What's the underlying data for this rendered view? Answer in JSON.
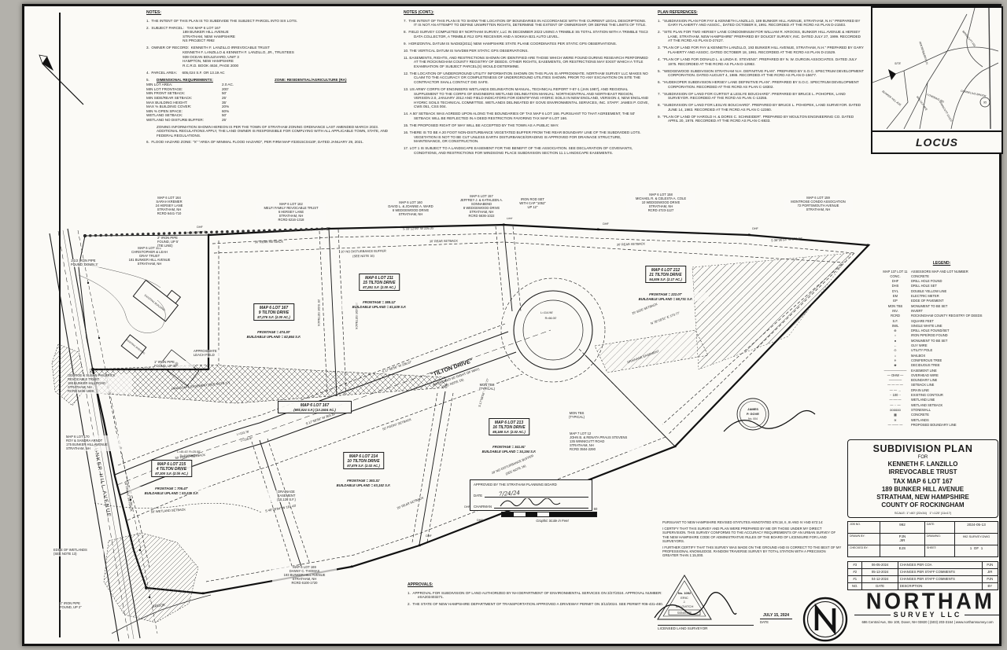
{
  "notes": {
    "title": "NOTES:",
    "items_a": [
      "1.  THE INTENT OF THIS PLAN IS TO SUBDIVIDE THE SUBJECT PARCEL INTO SIX LOTS.",
      "2.  SUBJECT PARCEL:   TAX MAP 6 LOT 167\n                          189 BUNKER HILL AVENUE\n                          STRATHAM, NEW HAMPSHIRE\n                          NS PROJECT #992",
      "3.  OWNER OF RECORD:  KENNETH F. LANZILLO IRREVOCABLE TRUST\n                          KENNETH F. LANZILLO & KENNETH F. LANZILLO, JR., TRUSTEES\n                          939 OCEAN BOULEVARD, UNIT 3\n                          HAMPTON, NEW HAMPSHIRE\n                          R.C.R.D. BOOK 4634, PAGE 2000",
      "4.  PARCEL AREA:     605,024 S.F. OR 13.19 AC"
    ],
    "item5_no": "5.",
    "item5_head": "DIMENSIONAL REQUIREMENTS:",
    "zone": "ZONE: RESIDENTIAL/AGRICULTURE (RA)",
    "dims": [
      [
        "MIN LOT AREA:",
        "2.0 AC."
      ],
      [
        "MIN LOT FRONTAGE:",
        "200'"
      ],
      [
        "MIN FRONT SETBACK:",
        "50'"
      ],
      [
        "MIN SIDE/REAR SETBACK:",
        "25'"
      ],
      [
        "MAX BUILDING HEIGHT:",
        "35'"
      ],
      [
        "MAX % BUILDING COVER:",
        "20%"
      ],
      [
        "MIN % OPEN SPACE:",
        "60%"
      ],
      [
        "WETLAND SETBACK:",
        "50'"
      ],
      [
        "WETLAND NO DISTURB BUFFER:",
        "25'"
      ]
    ],
    "zoning_para": "ZONING INFORMATION SHOWN HEREON IS PER THE TOWN OF STRATHAM ZONING ORDINANCE LAST AMENDED MARCH 2023. ADDITIONAL REGULATIONS APPLY, THE LAND OWNER IS RESPONSIBLE FOR COMPLYING WITH ALL APPLICABLE TOWN, STATE, AND FEDERAL REGULATIONS.",
    "items_b": [
      "6.  FLOOD HAZARD ZONE: \"X\" \"AREA OF MINIMAL FLOOD HAZARD\", PER FIRM MAP #33015C0410F, DATED JANUARY 29, 2021."
    ]
  },
  "notes_cont": {
    "title": "NOTES (CONT.):",
    "items": [
      "7.  THE INTENT OF THIS PLAN IS TO SHOW THE LOCATION OF BOUNDARIES IN ACCORDANCE WITH THE CURRENT LEGAL DESCRIPTIONS. IT IS NOT AN ATTEMPT TO DEFINE UNWRITTEN RIGHTS, DETERMINE THE EXTENT OF OWNERSHIP, OR DEFINE THE LIMITS OF TITLE.",
      "8.  FIELD SURVEY COMPLETED BY NORTHAM SURVEY, LLC IN DECEMBER 2023 USING A TRIMBLE S5 TOTAL STATION WITH A TRIMBLE TSC3 DATA COLLECTOR, A TRIMBLE R12 GPS RECEIVER AND A SOKKIA B31 AUTO LEVEL.",
      "9.  HORIZONTAL DATUM IS NAD83(2011) NEW HAMPSHIRE STATE PLANE COORDINATES PER STATIC GPS OBSERVATIONS.",
      "10. THE VERTICAL DATUM IS NAVD88 PER STATIC GPS OBSERVATIONS.",
      "11. EASEMENTS, RIGHTS, AND RESTRICTIONS SHOWN OR IDENTIFIED ARE THOSE WHICH WERE FOUND DURING RESEARCH PERFORMED AT THE ROCKINGHAM COUNTY REGISTRY OF DEEDS.  OTHER RIGHTS, EASEMENTS, OR RESTRICTIONS MAY EXIST WHICH A TITLE EXAMINATION OF SUBJECT PARCEL(S) WOULD DETERMINE.",
      "12. THE LOCATION OF UNDERGROUND UTILITY INFORMATION SHOWN ON THIS PLAN IS APPROXIMATE. NORTHAM SURVEY LLC MAKES NO CLAIM TO THE ACCURACY OR COMPLETENESS OF UNDERGROUND UTILITIES SHOWN. PRIOR TO ANY EXCAVAT­ION ON SITE THE CONTRACTOR SHALL CONTACT DIG SAFE.",
      "13. US ARMY CORPS OF ENGINEERS WETLANDS DELINEATION MANUAL, TECHNICAL REPORT Y-87-1 (JAN 1987), AND REGIONAL SUPPLEMENT TO THE CORPS OF ENGINEERS WETLAND DELINEATION MANUAL: NORTHCENTRAL AND NORTHEAST REGION, VERSION 2.0, JANUARY 2012 AND FIELD INDICATORS FOR IDENTIFYING HYDRIC SOILS IN NEW ENGLAND, VERSION 4, NEW ENGLAND HYDRIC SOILS TECHNICAL COMMITTEE. WETLANDS DELINEATED BY GOVE ENVIRONMENTAL SERVICES, INC. STAFF: JAMES P. GOVE, CWS 051, CSS 004.",
      "14. A 50' SETBACK WAS AGREED UPON ALONG THE BOUNDARIES OF TAX MAP 6 LOT 166. PURSUANT TO THAT AGREEMENT, THE 50' SETBACK WILL BE REFLECTED IN A DEED RESTRICTION FAVORING TAX MAP 6 LOT 166.",
      "15. THE PROPOSED RIGHT OF WAY WILL BE ACCEPTED BY THE TOWN AS A PUBLIC WAY.",
      "16. THERE IS TO BE A 20 FOOT NON-DISTURBANCE VEGETATED BUFFER FROM THE REAR BOUNDARY LINE OF THE SUBDIVIDED LOTS. VEGETATION IS NOT TO BE CUT UNLESS EARTH DISTURBANCE/GRADING IS APPROVED FOR DRAINAGE STRUCTURE, MAINTENANCE, OR CONSTRUCTION.",
      "17. LOT 1 IS SUBJECT TO A LANDSCAPE EASEMENT FOR THE BENEFIT OF THE ASSOCIATION. SEE DECLARATION OF COVENANTS, CONDITIONS, AND RESTRICTIONS FOR WINDSONG PLACE SUBDIVISION SECTION 11.1 LANDSCAPE EASEMENTS."
    ]
  },
  "plan_references": {
    "title": "PLAN REFERENCES:",
    "items": [
      "1.  \"SUBDIVISION PLAN FOR FAY & KENNETH LANZILLO, 189 BUNKER HILL AVENUE, STRATHAM, N.H.\" PREPARED BY GARY FLAHERTY AND ASSOC., DATED OCTOBER 8, 1991. RECORDED AT THE RCRD AS PLAN D-21503.",
      "2.  \"SITE PLAN FOR TWO HERSEY LANE CONDOMINIUM FOR WILLIAM R. KROOSS, BUNKER HILL AVENUE & HERSEY LANE, STRATHAM, NEW HAMPSHIRE\" PREPARED BY DOUCET SURVEY, INC. DATED JULY 27, 1999. RECORDED AT THE RCRD AS PLAN D-27427.",
      "3.  \"PLAN OF LAND FOR FAY & KENNETH LANZILLO, 193 BUNKER HILL AVENUE, STRATHAM, N.H.\" PREPARED BY GARY FLAHERTY AND ASSOC. DATED OCTOBER 18, 1991. RECORDED AT THE RCRD AS PLAN D-21529.",
      "4.  \"PLAN OF LAND FOR DONALD L. & LINDA E. STEVENS\". PREPARED BY N. W. DURGIN ASSOCIATES. DATED JULY 1975. RECORDED AT THE RCRD AS PLAN D-12982.",
      "5.  \"WEDGEWOOD SUBDIVISION STRATHAM N.H. DEFINITIVE PLAN\". PREPARED BY S.O.C. SPECTRUM DEVELOPMENT CORPORATION. DATED AUGUST 4, 1986. RECORDED AT THE RCRD AS PLAN D-15677.",
      "6.  \"HUDEKOPER SUBDIVISION HERSEY LANE DEFINITIVE PLAN\". PREPARED BY S.O.C. SPECTRUM DEVELOPMENT CORPORATION. RECORDED AT THE RCRD AS PLAN C-18302.",
      "7.  \"SUBDIVISION OF LAND FOR CURTIST & LESLYE BOUCHARD\". PREPARED BY BRUCE L. POHOPEK, LAND SURVEYOR. RECORDED AT THE RCRD AS PLAN C-13255.",
      "8.  \"SUBDIVISION OF LAND FOR LESLYE BOUCHARD\". PREPARED BY BRUCE L. POHOPEK, LAND SURVEYOR. DATED JUNE 14, 1983. RECORDED AT THE RCRD AS PLAN C-12360.",
      "9.  \"PLAN OF LAND OF HAROLD H. & DORIS C. SCHNEIDER\". PREPARED BY MOULTON ENGINEERING CO. DATED APRIL 20, 1976. RECORDED AT THE RCRD AS PLAN C-8833."
    ]
  },
  "locus": {
    "title": "LOCUS",
    "labels": [
      "WINNICUTT RD.",
      "WINTERBERRY LN.",
      "LOVERING RD.",
      "CORNELIUS BROOK",
      "BUNKER HILL AVE.",
      "WALNUT AVE",
      "WINNICUTT RIVER",
      "SITE",
      "95"
    ]
  },
  "legend": {
    "title": "LEGEND:",
    "rows": [
      [
        "MAP 137 LOT 11",
        "ASSESSORS MAP AND LOT NUMBER"
      ],
      [
        "CONC.",
        "CONCRETE"
      ],
      [
        "DHF",
        "DRILL HOLE FOUND"
      ],
      [
        "DHS",
        "DRILL HOLE SET"
      ],
      [
        "DYL",
        "DOUBLE YELLOW LINE"
      ],
      [
        "EM",
        "ELECTRIC METER"
      ],
      [
        "EP",
        "EDGE OF PAVEMENT"
      ],
      [
        "MON TBS",
        "MONUMENT TO BE SET"
      ],
      [
        "INV.",
        "INVERT"
      ],
      [
        "RCRD",
        "ROCKINGHAM COUNTY REGISTRY OF DEEDS"
      ],
      [
        "S.F.",
        "SQUARE FEET"
      ],
      [
        "SWL",
        "SINGLE WHITE LINE"
      ],
      [
        "⊕",
        "DRILL HOLE FOUND/SET"
      ],
      [
        "○",
        "IRON PIPE/ROD FOUND"
      ],
      [
        "●",
        "MONUMENT TO BE SET"
      ],
      [
        "←",
        "GUY WIRE"
      ],
      [
        "⊙",
        "UTILITY POLE"
      ],
      [
        "⌂",
        "MAILBOX"
      ],
      [
        "✳",
        "CONIFEROUS TREE"
      ],
      [
        "❀",
        "DECIDUOUS TREE"
      ],
      [
        "———————",
        "EASEMENT LINE"
      ],
      [
        "— OHW —",
        "OVERHEAD WIRE"
      ],
      [
        "————",
        "BOUNDARY LINE"
      ],
      [
        "— — — —",
        "SETBACK LINE"
      ],
      [
        "— — →",
        "DRAIN LINE"
      ],
      [
        "·· 100 ··",
        "EXISTING CONTOUR"
      ],
      [
        "—·—·—",
        "WETLAND LINE"
      ],
      [
        "— ·· —",
        "WETLAND SETBACK"
      ],
      [
        "oooooo",
        "STONEWALL"
      ],
      [
        "▦",
        "CONCRETE"
      ],
      [
        "≋",
        "WETLANDS"
      ],
      [
        "— —— —",
        "PROPOSED BOUNDARY LINE"
      ]
    ]
  },
  "lots": [
    {
      "name": "MAP 6 LOT 167",
      "area": "(605,024 S.F.) (13.1924 AC.)"
    },
    {
      "name": "MAP 6 LOT 167",
      "addr": "9 TILTON DRIVE",
      "area": "87,276 S.F. (2.00 AC.)",
      "notes": "FRONTAGE = 474.30'\nBUILDABLE UPLAND = 82,864 S.F."
    },
    {
      "name": "MAP 6 LOT 211",
      "addr": "15 TILTON DRIVE",
      "area": "87,251 S.F. (2.00 AC.)",
      "notes": "FRONTAGE = 388.12'\nBUILDABLE UPLAND = 81,539 S.F."
    },
    {
      "name": "MAP 6 LOT 212",
      "addr": "21 TILTON DRIVE",
      "area": "94,936 S.F. (2.17 AC.)",
      "notes": "FRONTAGE = 222.07'\nBUILDABLE UPLAND = 58,731 S.F."
    },
    {
      "name": "MAP 6 LOT 213",
      "addr": "16 TILTON DRIVE",
      "area": "88,188 S.F. (2.02 AC.)",
      "notes": "FRONTAGE = 341.91'\nBUILDABLE UPLAND = 34,194 S.F."
    },
    {
      "name": "MAP 6 LOT 214",
      "addr": "10 TILTON DRIVE",
      "area": "87,879 S.F. (2.02 AC.)",
      "notes": "FRONTAGE = 363.31'\nBUILDABLE UPLAND = 63,152 S.F."
    },
    {
      "name": "MAP 6 LOT 215",
      "addr": "4 TILTON DRIVE",
      "area": "87,300 S.F. (2.00 AC.)",
      "notes": "FRONTAGE = 705.47'\nBUILDABLE UPLAND = 53,225 S.F."
    }
  ],
  "abutters": [
    "1-1/2 IRON PIPE\nFOUND, DOWN 3'",
    "MAP 6 LOT 164\nSARAH KREMER\n24 HERSEY LANE\nSTRATHAM, NH\nRCRD 6441-710",
    "MAP 6 LOT 166\nCHRISTOPHER & LEAH\nGRAY TRUST\n181 BUNKER HILL AVENUE\nSTRATHAM, NH",
    "MAP 6 LOT 162\nMELFI FAMILY REVOCABLE TRUST\n6 HERSEY LANE\nSTRATHAM, NH\nRCRD 6216-1318",
    "MAP 6 LOT 160\nDAVID L. & JOANNE A. WARD\n6 WEDGEWOOD DRIVE\nSTRATHAM, NH",
    "MAP 6 LOT 157\nJEFFREY J. & KATHLEEN A.\nSONNABEND\n8 WEDGEWOOD DRIVE\nSTRATHAM, NH\nRCRD 5636-1022",
    "IRON ROD SET\nWITH CAP \"1052\"\nUP 12\"",
    "MAP 6 LOT 158\nMICHAEL R. & CELESTA A. COLE\n10 WEDGEWOOD DRIVE\nSTRATHAM, NH\nRCRD 4723-1127",
    "MAP 6 LOT 159\nMONTROSE CONDO ASSOCIATION\n72 PORTSMOUTH AVENUE\nSTRATHAM, NH",
    "GEORGE & SUSAN PHILBRICK\nREVOCABLE TRUST\n188 BUNKER HILL ROAD\nSTRATHAM, NH\nRCRD 5436-1889",
    "MAP 6 LOT 170\nROY & SANDRA ARNDT\n175 BUNKER HILL AVENUE\nSTRATHAM, NH",
    "MAP 7 LOT 12\nJOHN B. & RENATA PRAUS STEVENS\n135 WINNICUTT ROAD\nSTRATHAM, NH\nRCRD 3504-2290",
    "MAP 6 LOT 169\nDANNY C. THOMAS\n193 BUNKER HILL AVENUE\nSTRATHAM, NH\nRCRD 6100-1720",
    "EDGE OF WETLANDS\n(SEE NOTE 13)",
    "1\" IRON PIPE\nFOUND, UP 36\"",
    "2\" IRON PIPE\nFOUND, UP 5'\n(TIE LINE)",
    "1\" IRON PIPE\nFOUND, UP 2\"",
    "APPROXIMATE\nLEACH FIELD",
    "DRAINAGE\nEASEMENT\n(10,126 S.F.)",
    "MON TBS\n(TYPICAL)",
    "MON TBS\n(TYPICAL)"
  ],
  "plan_labels": {
    "road_name": "\"TILTON DRIVE\"",
    "road_sub1": "(PROPOSED 60' RIGHT OF WAY)",
    "road_sub2": "(SEE NOTE 15)",
    "bunker": "BUNKER HILL AVENUE",
    "brook": "BROOK",
    "b_236": "S 17°58'56\" W   236.07'",
    "b_363": "S 17°58'56\" W   363.32'",
    "b_235": "N 81°14'39\" W   235.83'",
    "b_71": "S 86°34'09\" E  71.10'",
    "b_170": "N 78°18'31\" E  170.77'",
    "b_722": "S 17°58'56\" W  722.77'",
    "b_311": "N 31°10'50\" E",
    "b_181": "S 40°29'04\" W  181.43'",
    "b_226": "S 33°12'09\" W  226.35'",
    "b_272": "S 35°36'33\" W  272.34'",
    "l_153": "L=153.78'",
    "l_158": "L=158.87'",
    "c_45": "L=45.43'  R=25.00'",
    "c_45b": "D=104°05'29\"",
    "l_114": "L=114.96'",
    "r_66": "R=66.00'",
    "sb_rear": "30' REAR SETBACK",
    "sb_buf": "20' NO DISTURBANCE BUFFER",
    "sb_bufnote": "(SEE NOTE 16)",
    "sb_front50": "50' FRONT SETBACK",
    "sb_side25": "25' SIDE SETBACK",
    "sb_wet50": "50' WETLAND SETBACK",
    "sb_front30": "30' FRONT SETBACK",
    "sb_rear20": "20' REAR SETBACK",
    "dhf": "DHF",
    "dhs": "DHS",
    "landscape": "LANDSCAPE EASEMENT (SEE NOTE 17)",
    "drainage": "DRAINAGE EASEMENT",
    "exist_bldg": "EXISTING BUILDING"
  },
  "scale_bar": {
    "n60l": "60",
    "n30": "30",
    "n0": "0",
    "n60r": "60",
    "caption": "Graphic Scale in Feet"
  },
  "approval_box": {
    "heading": "APPROVED BY THE STRATHAM PLANNING BOARD",
    "date_label": "DATE",
    "date_value": "7/24/24",
    "chair_label": "CHAIRMAN"
  },
  "approvals": {
    "title": "APPROVALS:",
    "items": [
      "1.  APPROVAL FOR SUBDIVISION OF LAND AUTHORIZED BY NH DEPARTMENT OF ENVIRONMENTAL SERVICES ON 3/27/2024. APPROVAL NUMBER: eSA202403271.",
      "2.  THE STATE OF NEW HAMPSHIRE DEPARTMENT OF TRANSPORTATION APPROVED A DRIVEWAY PERMIT ON 3/13/2024. SEE PERMIT #06-431-480."
    ]
  },
  "certification": {
    "p1": "PURSUANT TO NEW HAMPSHIRE REVISED STATUTES ANNOTATED 676:18, II, III AND IV AND 672:14:",
    "p2": "I CERTIFY THAT THIS SURVEY AND PLAN WERE PREPARED BY ME OR THOSE UNDER MY DIRECT SUPERVISION. THIS SURVEY CONFORMS TO THE ACCURACY REQUIREMENTS OF AN URBAN SURVEY OF THE NEW HAMPSHIRE CODE OF ADMINISTRATIVE RULES OF THE BOARD OF LICENSURE FOR LAND SURVEYORS.",
    "p3": "I FURTHER CERTIFY THAT THIS SURVEY WAS MADE ON THE GROUND AND IS CORRECT TO THE BEST OF MY PROFESSIONAL KNOWLEDGE. RANDOM TRAVERSE SURVEY BY TOTAL STATION WITH A PRECISION GREATER THAN 1:15,000."
  },
  "stamps": {
    "gove_l1": "JAMES",
    "gove_l2": "P. GOVE",
    "gove_l3": "No. 004",
    "srv_no": "No. 1052",
    "srv_l1": "ERIC",
    "srv_l2": "J.",
    "srv_l3": "SALOVITCH",
    "srv_sig": "SIGNATURE",
    "licensed": "LICENSED LAND SURVEYOR",
    "date_value": "JULY 15, 2024",
    "date_label": "DATE"
  },
  "title_block": {
    "l1": "SUBDIVISION PLAN",
    "l2": "FOR",
    "l3": "KENNETH F. LANZILLO",
    "l4": "IRREVOCABLE TRUST",
    "l5": "TAX MAP 6 LOT 167",
    "l6": "189 BUNKER HILL AVENUE",
    "l7": "STRATHAM, NEW HAMPSHIRE",
    "l8": "COUNTY OF ROCKINGHAM",
    "scale": "SCALE: 1\"=60' (22x34)   1\"=120' (11x17)"
  },
  "job": {
    "job_label": "JOB NO.",
    "job": "992",
    "date_label": "DATE:",
    "date": "2024-05-13",
    "drawn_label": "DRAWN BY:",
    "drawn": "PJN\nJIR",
    "drawing_label": "DRAWING:",
    "drawing": "992 SURVEY.DWG",
    "checked_label": "CHECKED BY:",
    "checked": "EJS",
    "sheet_label": "SHEET:",
    "sheet": "1  OF  1"
  },
  "revisions": {
    "rows": [
      [
        "#3",
        "06-05-2024",
        "CHANGES PER COA",
        "PJN"
      ],
      [
        "#2",
        "05-13-2024",
        "CHANGES PER STAFF COMMENTS",
        "JIR"
      ],
      [
        "#1",
        "04-12-2024",
        "CHANGES PER STAFF COMMENTS",
        "PJN"
      ],
      [
        "NO.",
        "DATE",
        "DESCRIPTION",
        "BY"
      ]
    ]
  },
  "firm": {
    "name": "NORTHAM",
    "sub": "SURVEY LLC",
    "address": "686 Central Ave, Ste 100, Dover, NH 03820 | (603) 203-3164 | www.northamsurvey.com"
  }
}
